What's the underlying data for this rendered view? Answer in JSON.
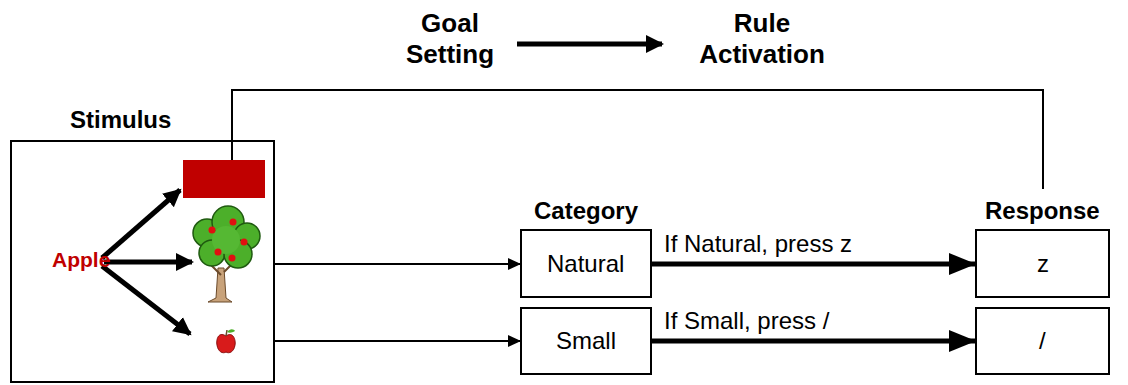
{
  "diagram": {
    "nodes": [
      {
        "text": [
          "Stimulus",
          "Apple"
        ]
      },
      {
        "text": [
          "Category",
          "Natural"
        ]
      },
      {
        "text": [
          "Small"
        ]
      },
      {
        "text": [
          "Response",
          "z"
        ]
      },
      {
        "text": [
          "/"
        ]
      }
    ],
    "edges": [
      {
        "from": 0,
        "to": 1,
        "arrow": "to"
      },
      {
        "from": 0,
        "to": 2,
        "arrow": "to"
      },
      {
        "from": 1,
        "to": 3,
        "arrow": "to",
        "label": "If Natural, press z"
      },
      {
        "from": 2,
        "to": 4,
        "arrow": "to",
        "label": "If Small, press /"
      },
      {
        "from": 0,
        "to": 3,
        "arrow": "none"
      }
    ],
    "labels": [
      "Goal Setting",
      "Rule Activation"
    ]
  }
}
